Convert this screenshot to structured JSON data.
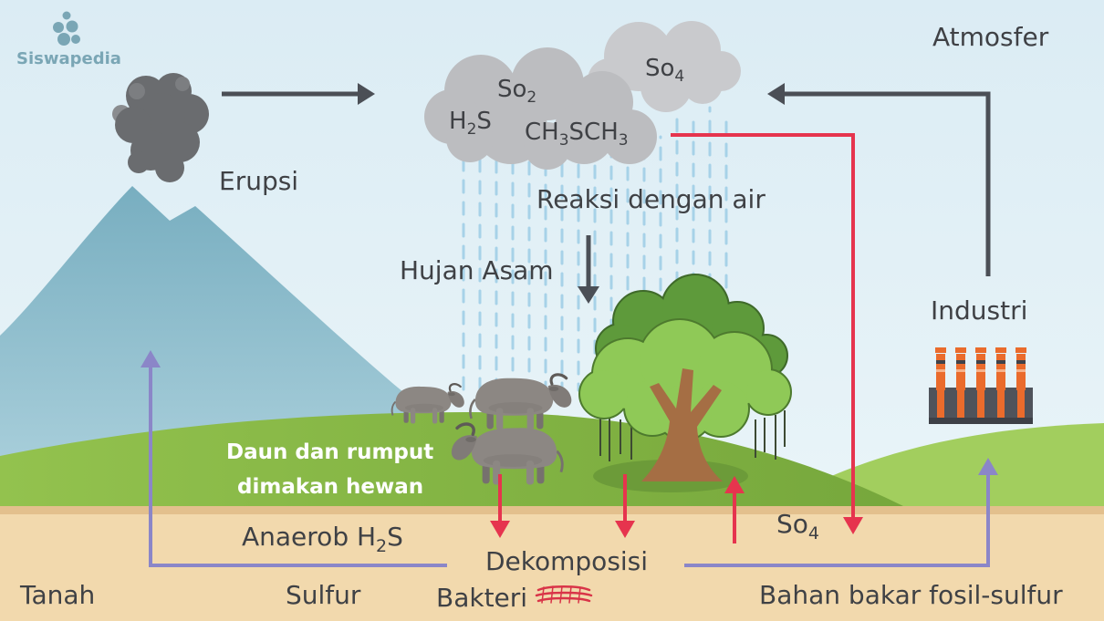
{
  "brand": {
    "name": "Siswapedia",
    "icon": "grape-logo-icon"
  },
  "colors": {
    "text": "#3f4145",
    "arrow_dark": "#4b4f56",
    "arrow_red": "#e6344e",
    "arrow_purple": "#8b86c8",
    "brand": "#7aa6b5",
    "soil": "#f2d9ad",
    "soil_edge": "#e3c08d",
    "rain": "#a7d2e8"
  },
  "icons": {
    "volcano": "volcano-icon",
    "smoke": "smoke-icon",
    "cloud": "cloud-icon",
    "rain": "rain-icon",
    "tree": "tree-icon",
    "animal": "buffalo-icon",
    "factory": "factory-icon",
    "bacteria": "bacteria-icon"
  },
  "atmosphere": {
    "label": "Atmosfer",
    "gases": {
      "so2": [
        "So",
        "2"
      ],
      "h2s": [
        "H",
        "2",
        "S"
      ],
      "ch3sch3": [
        "CH",
        "3",
        "SCH",
        "3"
      ],
      "so4": [
        "So",
        "4"
      ]
    }
  },
  "process": {
    "erupsi": "Erupsi",
    "reaksi": "Reaksi dengan air",
    "hujan_asam": "Hujan Asam",
    "industri": "Industri",
    "daun": [
      "Daun dan rumput",
      "dimakan hewan"
    ],
    "anaerob": [
      "Anaerob H",
      "2",
      "S"
    ],
    "dekomposisi": "Dekomposisi",
    "bakteri": "Bakteri",
    "so4_soil": [
      "So",
      "4"
    ]
  },
  "soil": {
    "tanah": "Tanah",
    "sulfur": "Sulfur",
    "fossil": "Bahan bakar fosil-sulfur"
  }
}
